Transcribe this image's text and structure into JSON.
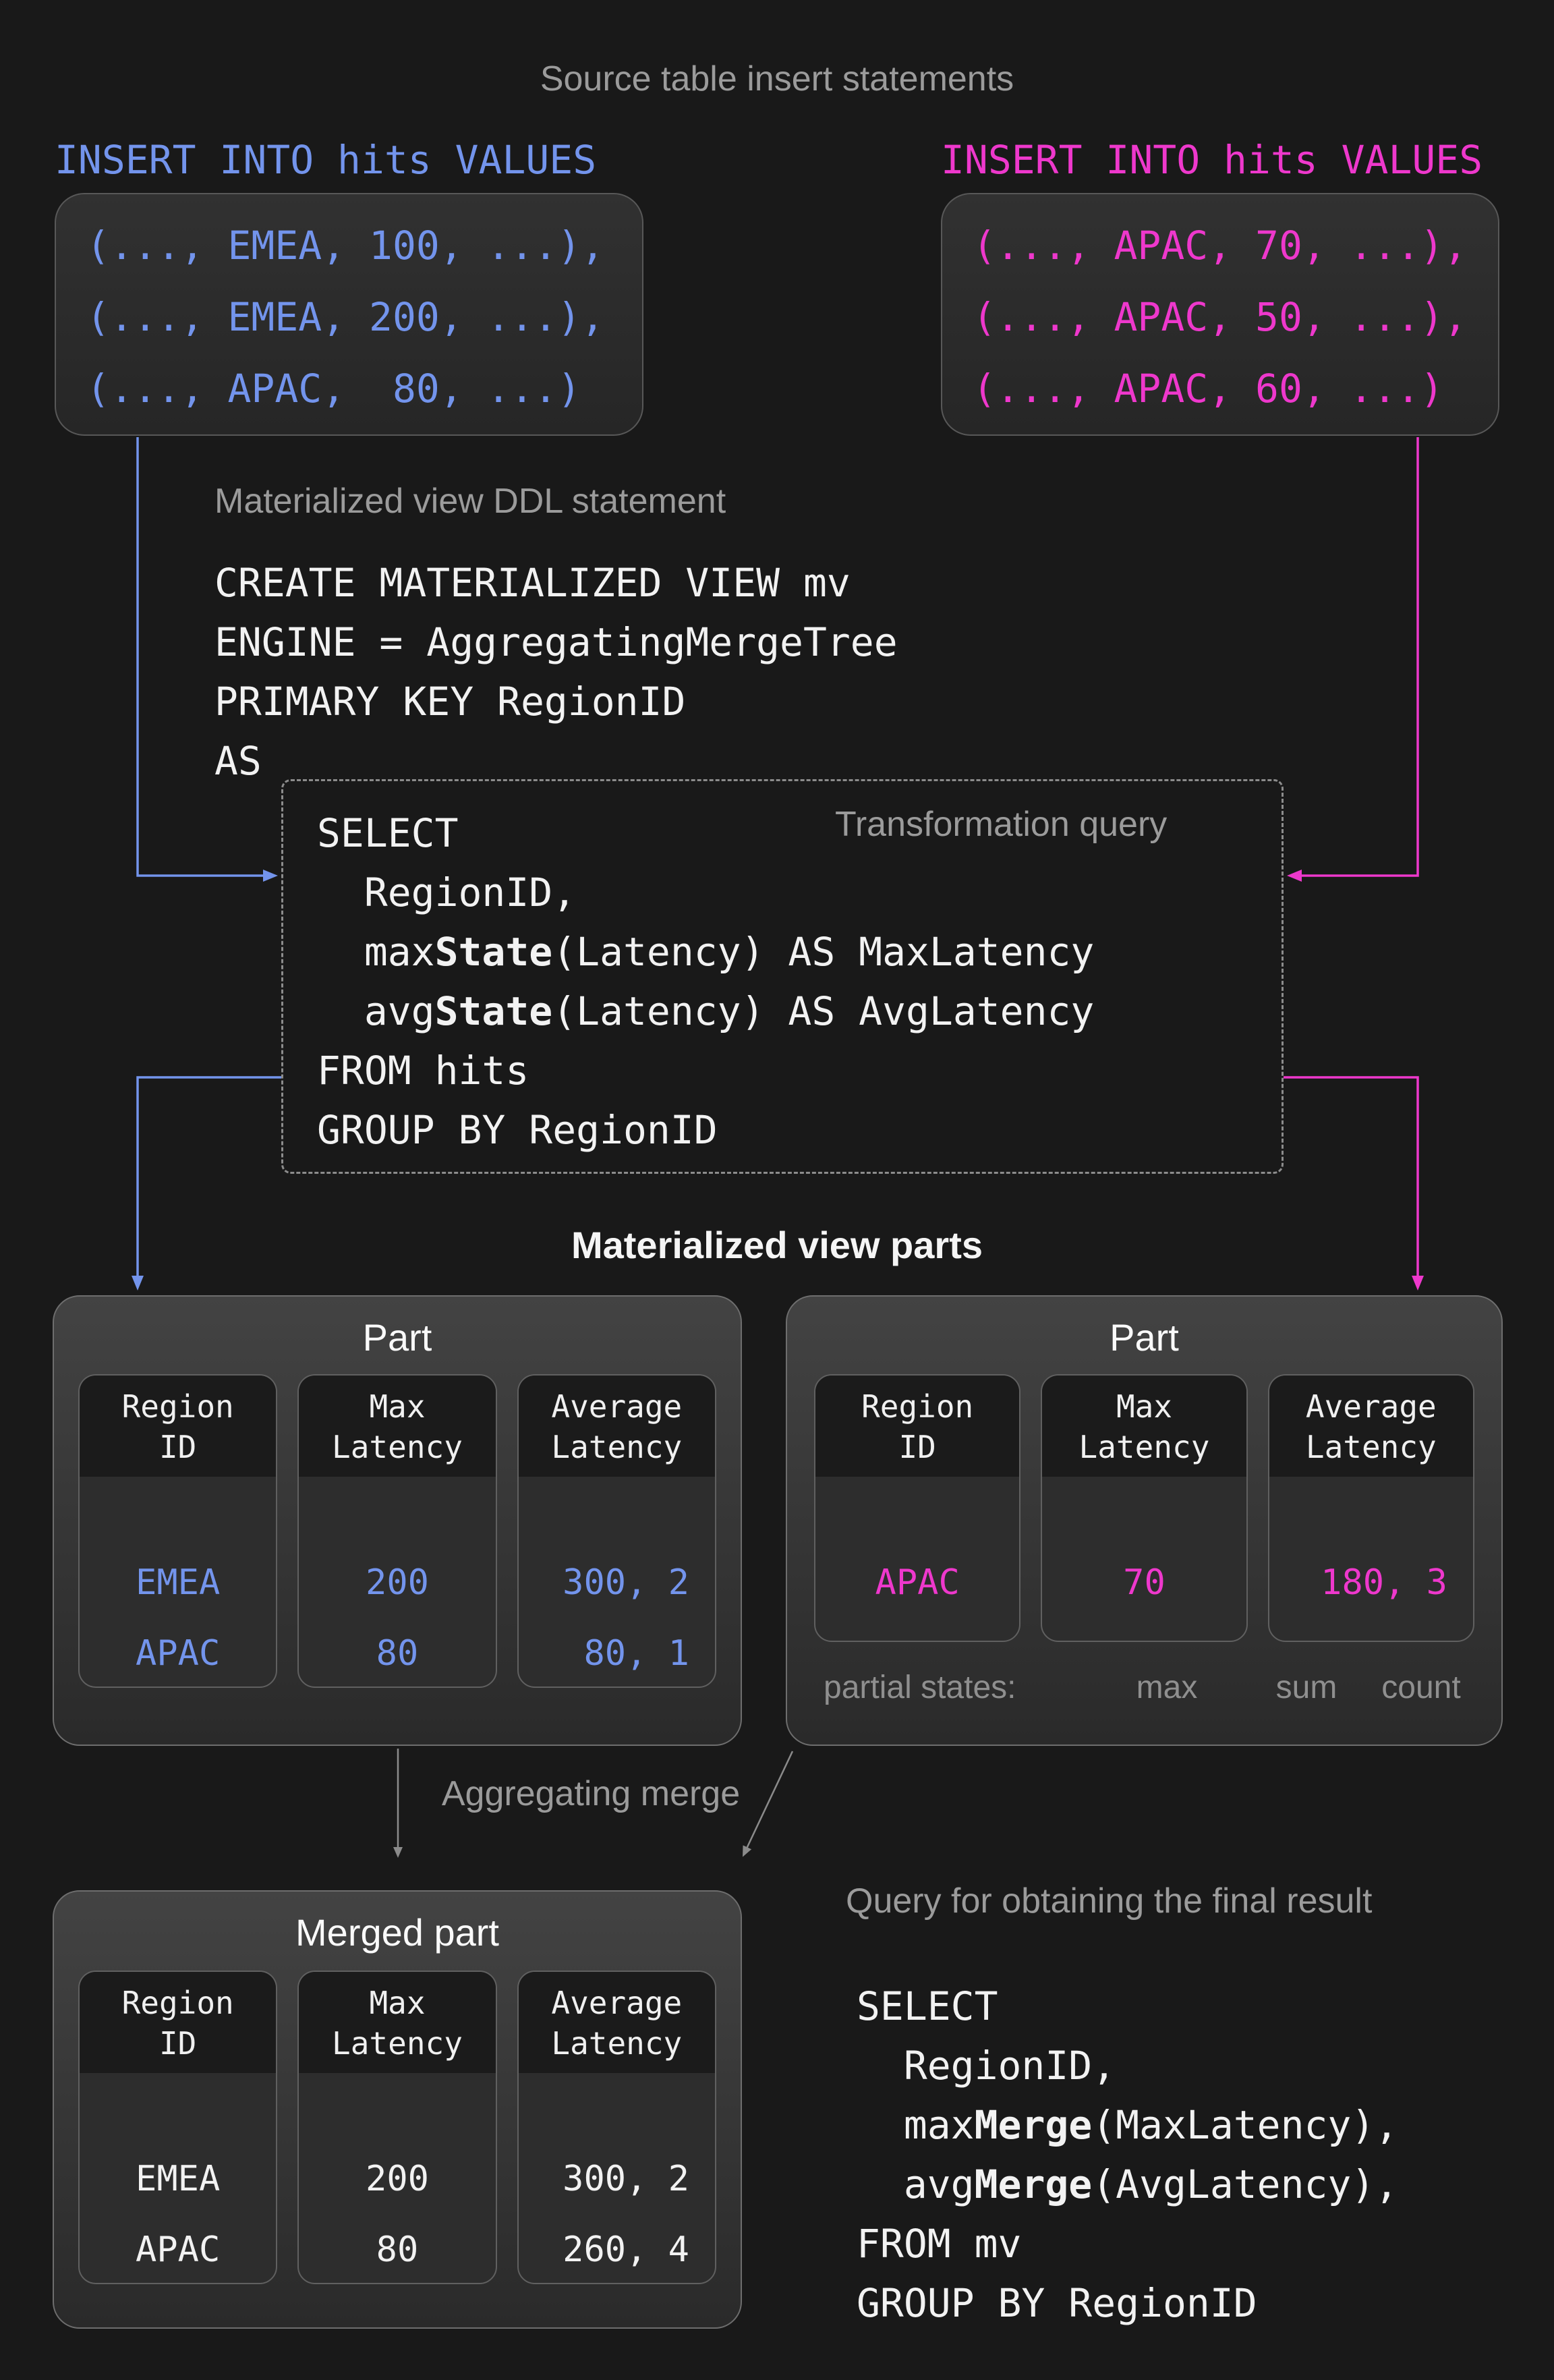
{
  "colors": {
    "background": "#191919",
    "blue_accent": "#7394ec",
    "magenta_accent": "#ee38cc",
    "gray_label": "#9b9b9b",
    "white_text": "#f2f2f2",
    "arrow_gray": "#8b8b8b"
  },
  "titles": {
    "source_inserts": "Source table insert statements",
    "ddl": "Materialized view DDL statement",
    "transformation": "Transformation query",
    "parts": "Materialized view parts",
    "merge": "Aggregating merge",
    "final_query": "Query for obtaining the final result"
  },
  "insert_left": {
    "header": "INSERT INTO hits VALUES",
    "rows": [
      "(..., EMEA, 100, ...),",
      "(..., EMEA, 200, ...),",
      "(..., APAC,  80, ...)"
    ]
  },
  "insert_right": {
    "header": "INSERT INTO hits VALUES",
    "rows": [
      "(..., APAC, 70, ...),",
      "(..., APAC, 50, ...),",
      "(..., APAC, 60, ...)"
    ]
  },
  "ddl_code": {
    "l1": "CREATE MATERIALIZED VIEW mv",
    "l2": "ENGINE = AggregatingMergeTree",
    "l3": "PRIMARY KEY RegionID",
    "l4": "AS"
  },
  "transform_code": {
    "l1": "SELECT",
    "l2": "  RegionID,",
    "l3_pre": "  max",
    "l3_bold": "State",
    "l3_post": "(Latency) AS MaxLatency",
    "l4_pre": "  avg",
    "l4_bold": "State",
    "l4_post": "(Latency) AS AvgLatency",
    "l5": "FROM hits",
    "l6": "GROUP BY RegionID"
  },
  "part_left": {
    "title": "Part",
    "cols": [
      {
        "h1": "Region",
        "h2": "ID",
        "rows": [
          "EMEA",
          "APAC"
        ]
      },
      {
        "h1": "Max",
        "h2": "Latency",
        "rows": [
          "200",
          "80"
        ]
      },
      {
        "h1": "Average",
        "h2": "Latency",
        "rows": [
          "300, 2",
          "80, 1"
        ]
      }
    ]
  },
  "part_right": {
    "title": "Part",
    "cols": [
      {
        "h1": "Region",
        "h2": "ID",
        "rows": [
          "APAC"
        ]
      },
      {
        "h1": "Max",
        "h2": "Latency",
        "rows": [
          "70"
        ]
      },
      {
        "h1": "Average",
        "h2": "Latency",
        "rows": [
          "180, 3"
        ]
      }
    ],
    "partial": {
      "label": "partial states:",
      "max": "max",
      "sum": "sum",
      "count": "count"
    }
  },
  "merged_part": {
    "title": "Merged part",
    "cols": [
      {
        "h1": "Region",
        "h2": "ID",
        "rows": [
          "EMEA",
          "APAC"
        ]
      },
      {
        "h1": "Max",
        "h2": "Latency",
        "rows": [
          "200",
          "80"
        ]
      },
      {
        "h1": "Average",
        "h2": "Latency",
        "rows": [
          "300, 2",
          "260, 4"
        ]
      }
    ]
  },
  "final_code": {
    "l1": "SELECT",
    "l2": "  RegionID,",
    "l3_pre": "  max",
    "l3_bold": "Merge",
    "l3_post": "(MaxLatency),",
    "l4_pre": "  avg",
    "l4_bold": "Merge",
    "l4_post": "(AvgLatency),",
    "l5": "FROM mv",
    "l6": "GROUP BY RegionID"
  }
}
